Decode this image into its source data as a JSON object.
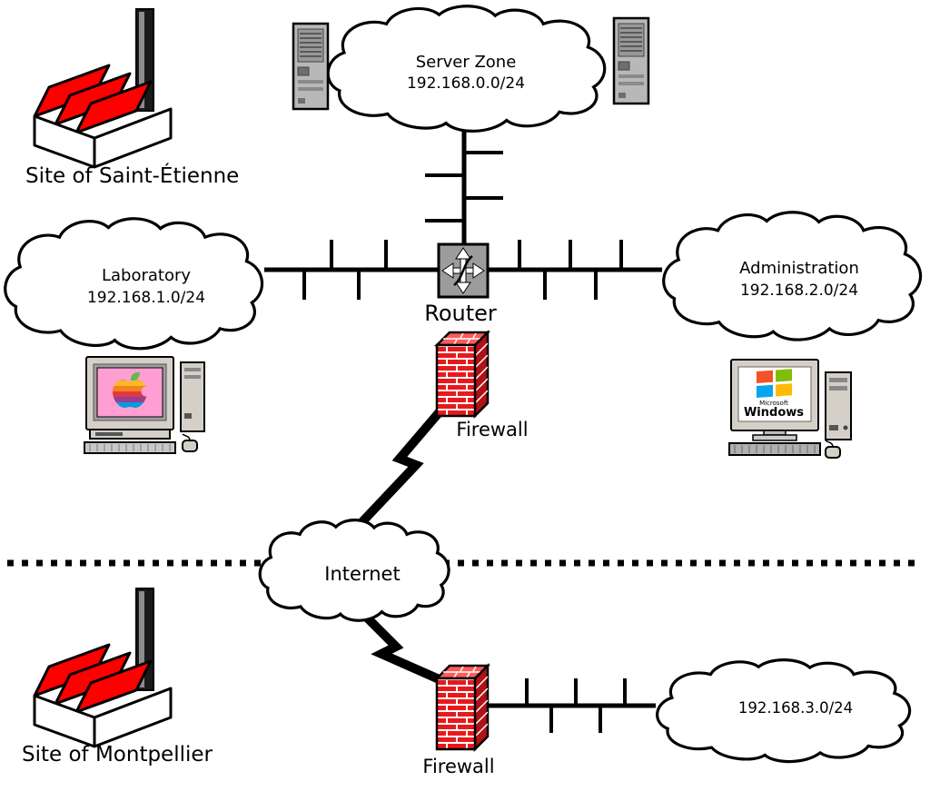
{
  "diagram": {
    "site_labels": {
      "saint_etienne": "Site of Saint-Étienne",
      "montpellier": "Site of Montpellier"
    },
    "clouds": {
      "server_zone": {
        "name": "Server Zone",
        "subnet": "192.168.0.0/24"
      },
      "laboratory": {
        "name": "Laboratory",
        "subnet": "192.168.1.0/24"
      },
      "administration": {
        "name": "Administration",
        "subnet": "192.168.2.0/24"
      },
      "internet": {
        "name": "Internet"
      },
      "montpellier_lan": {
        "subnet": "192.168.3.0/24"
      }
    },
    "devices": {
      "router": {
        "label": "Router"
      },
      "firewall_hq": {
        "label": "Firewall"
      },
      "firewall_branch": {
        "label": "Firewall"
      },
      "windows_pc": {
        "brand_small": "Microsoft",
        "brand": "Windows"
      }
    },
    "colors": {
      "factory_red": "#ff0000",
      "brick_red": "#e8191c",
      "router_gray": "#9c9c9c",
      "screen_pink": "#ff9ed2"
    }
  }
}
